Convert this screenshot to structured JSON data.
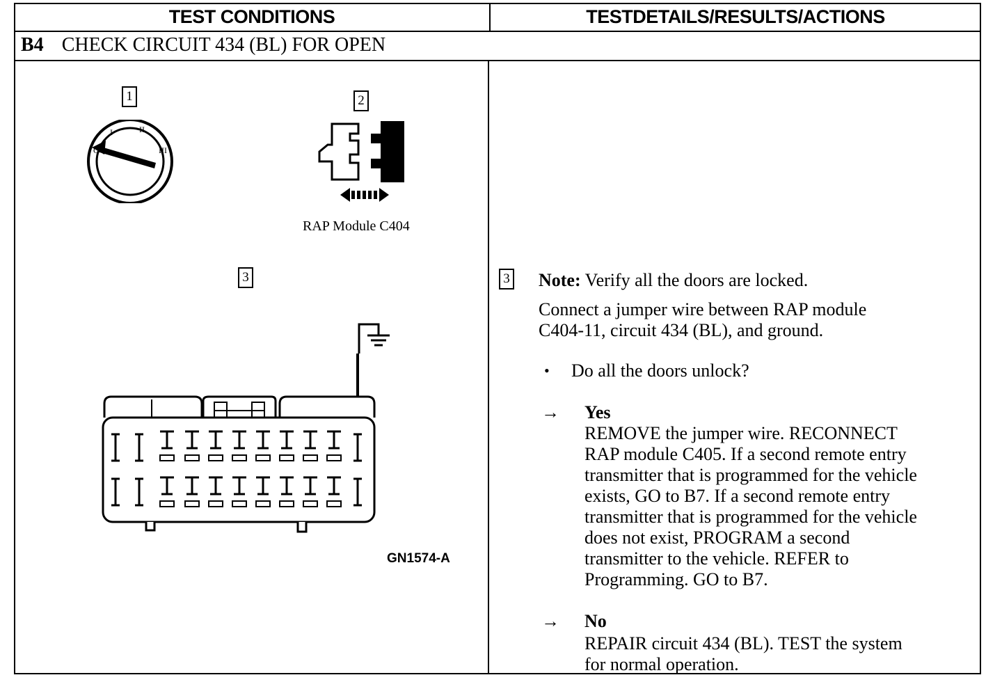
{
  "header": {
    "left": "TEST CONDITIONS",
    "right": "TESTDETAILS/RESULTS/ACTIONS"
  },
  "section": {
    "id": "B4",
    "title": "CHECK CIRCUIT 434 (BL) FOR OPEN"
  },
  "diagram": {
    "callouts": [
      "1",
      "2",
      "3"
    ],
    "connector_caption": "RAP Module C404",
    "figure_code": "GN1574-A"
  },
  "details": {
    "callout": "3",
    "note_label": "Note:",
    "note_text": "Verify all the doors are locked.",
    "instruction_line1": "Connect a jumper wire between RAP module",
    "instruction_line2": "C404-11, circuit 434 (BL), and ground.",
    "question": "Do all the doors unlock?",
    "yes": {
      "label": "Yes",
      "lines": [
        "REMOVE the jumper wire. RECONNECT",
        "RAP module C405. If a second remote entry",
        "transmitter that is programmed for the vehicle",
        "exists, GO to B7. If a second remote entry",
        "transmitter that is programmed for the vehicle",
        "does not exist, PROGRAM a second",
        "transmitter to the vehicle. REFER to",
        "Programming. GO to B7."
      ]
    },
    "no": {
      "label": "No",
      "lines": [
        "REPAIR circuit 434 (BL). TEST the system",
        "for normal operation."
      ]
    }
  }
}
